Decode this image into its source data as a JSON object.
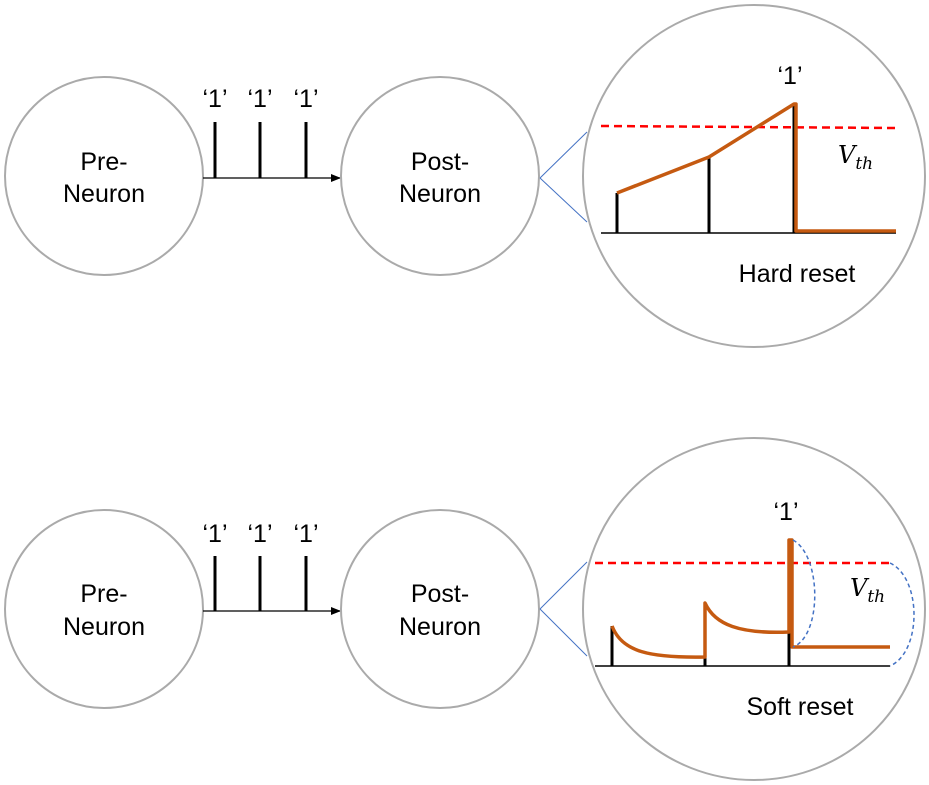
{
  "colors": {
    "circle_stroke": "#aaaaaa",
    "membrane": "#c55a11",
    "threshold": "#ff0000",
    "zoom_line": "#4472c4",
    "reset_arc": "#4472c4",
    "spike": "#000000"
  },
  "panels": [
    {
      "pre_neuron": {
        "line1": "Pre-",
        "line2": "Neuron"
      },
      "post_neuron": {
        "line1": "Post-",
        "line2": "Neuron"
      },
      "input_spikes": [
        "‘1’",
        "‘1’",
        "‘1’"
      ],
      "output_spike": "‘1’",
      "threshold_symbol": "V",
      "threshold_sub": "th",
      "reset_label": "Hard reset"
    },
    {
      "pre_neuron": {
        "line1": "Pre-",
        "line2": "Neuron"
      },
      "post_neuron": {
        "line1": "Post-",
        "line2": "Neuron"
      },
      "input_spikes": [
        "‘1’",
        "‘1’",
        "‘1’"
      ],
      "output_spike": "‘1’",
      "threshold_symbol": "V",
      "threshold_sub": "th",
      "reset_label": "Soft reset"
    }
  ]
}
